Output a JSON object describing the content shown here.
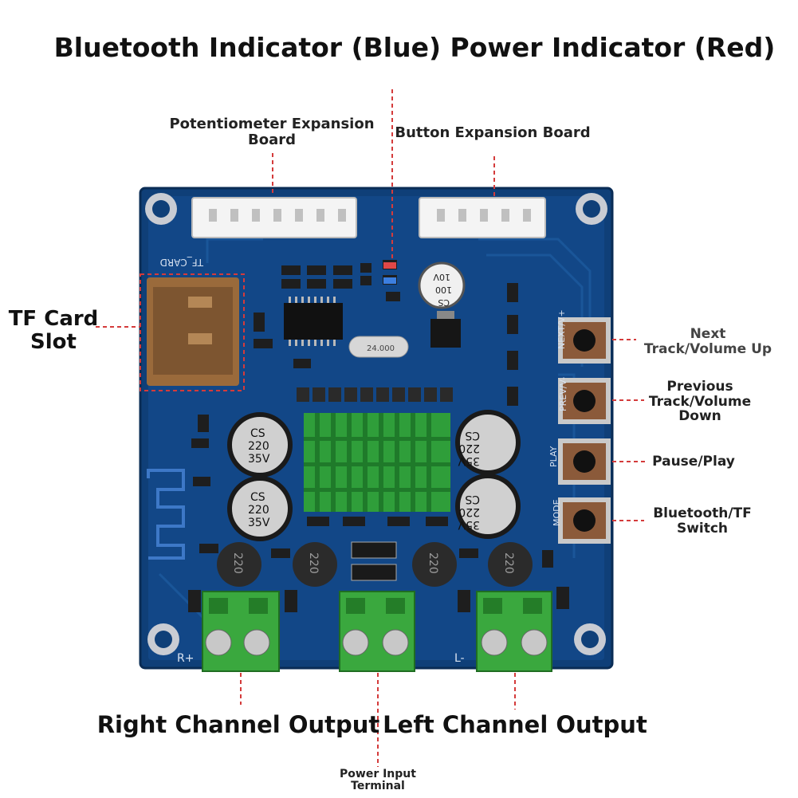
{
  "title": "Bluetooth Indicator (Blue) Power Indicator (Red)",
  "labels": {
    "potentiometer": "Potentiometer Expansion\nBoard",
    "button_board": "Button Expansion Board",
    "tf_slot": "TF Card\nSlot",
    "next": "Next\nTrack/Volume Up",
    "previous": "Previous\nTrack/Volume\nDown",
    "pause_play": "Pause/Play",
    "bt_tf": "Bluetooth/TF\nSwitch",
    "right_output": "Right Channel Output",
    "left_output": "Left Channel Output",
    "power_input": "Power Input\nTerminal"
  },
  "silkscreen": {
    "tf_card": "TF_CARD",
    "next_vol": "NEXT/V+",
    "prev_vol": "PREV/V-",
    "play": "PLAY",
    "mode": "MODE",
    "r_plus": "R+",
    "l_minus": "L-",
    "cap_big": [
      "CS",
      "220",
      "35V"
    ],
    "cap_small": "220",
    "cap_top": [
      "CS",
      "100",
      "10V"
    ],
    "crystal": "24.000"
  },
  "colors": {
    "pcb": "#0f3f78",
    "guide": "#d43b3b",
    "heatsink": "#2f9e3a",
    "terminal": "#3aa83e"
  }
}
